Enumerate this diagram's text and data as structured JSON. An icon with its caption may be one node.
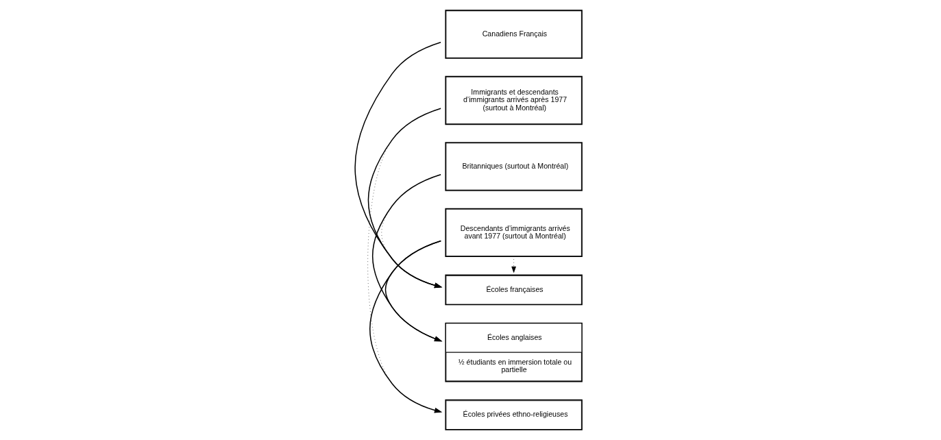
{
  "diagram": {
    "nodes": [
      {
        "text": [
          "Canadiens Français"
        ]
      },
      {
        "text": [
          "Immigrants et descendants d’immigrants arrivés après 1977 (surtout à Montréal)"
        ]
      },
      {
        "text": [
          "Britanniques (surtout à Montréal)"
        ]
      },
      {
        "text": [
          "Descendants d’immigrants arrivés avant 1977 (surtout à Montréal)"
        ]
      },
      {
        "text": [
          "Écoles françaises"
        ]
      },
      {
        "text": [
          "Écoles anglaises",
          "½ étudiants en immersion totale ou partielle"
        ]
      },
      {
        "text": [
          "Écoles privées ethno-religieuses"
        ]
      }
    ],
    "edges": [
      {
        "from": 0,
        "to": 4,
        "arrow": "to"
      },
      {
        "from": 1,
        "to": 4,
        "arrow": "to"
      },
      {
        "from": 1,
        "to": 6,
        "arrow": "to",
        "style": "dashed"
      },
      {
        "from": 2,
        "to": 4,
        "arrow": "to",
        "style": "dashed"
      },
      {
        "from": 2,
        "to": 5,
        "arrow": "to"
      },
      {
        "from": 3,
        "to": 4,
        "arrow": "to",
        "style": "dashed"
      },
      {
        "from": 3,
        "to": 5,
        "arrow": "to"
      },
      {
        "from": 3,
        "to": 6,
        "arrow": "to"
      }
    ]
  }
}
